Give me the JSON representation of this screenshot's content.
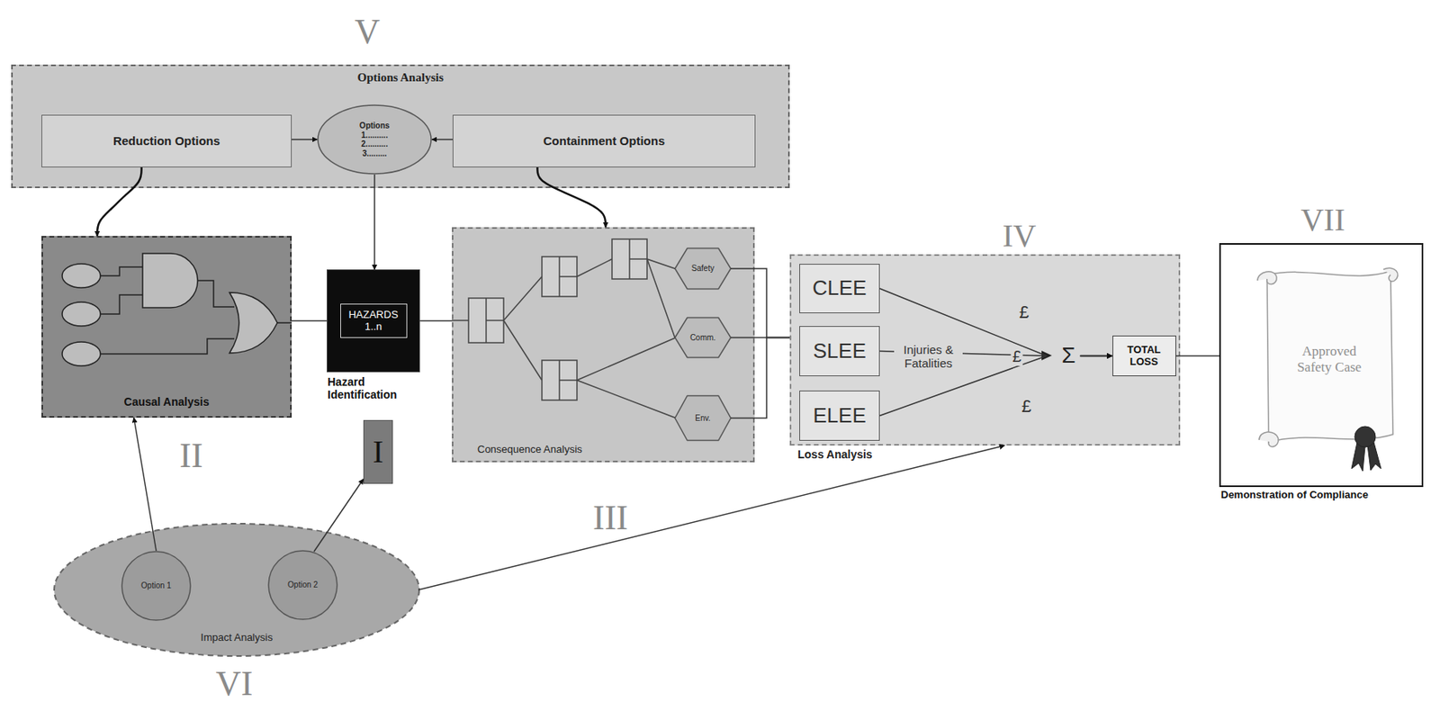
{
  "diagram": {
    "nodes": [
      {
        "text": [
          "Options Analysis"
        ]
      },
      {
        "text": [
          "Reduction Options"
        ],
        "in": 0
      },
      {
        "text": [
          "Options",
          "1..........",
          "2..........",
          "3........."
        ],
        "in": 0
      },
      {
        "text": [
          "Containment Options"
        ],
        "in": 0
      },
      {
        "text": [
          "Causal Analysis"
        ]
      },
      {
        "text": [
          "HAZARDS 1..n",
          "Hazard Identification"
        ]
      },
      {
        "text": [
          "I"
        ]
      },
      {
        "text": [
          "Consequence Analysis"
        ]
      },
      {
        "text": [
          "Safety"
        ],
        "in": 7
      },
      {
        "text": [
          "Comm."
        ],
        "in": 7
      },
      {
        "text": [
          "Env."
        ],
        "in": 7
      },
      {
        "text": [
          "Loss Analysis"
        ]
      },
      {
        "text": [
          "CLEE"
        ],
        "in": 11
      },
      {
        "text": [
          "SLEE"
        ],
        "in": 11
      },
      {
        "text": [
          "ELEE"
        ],
        "in": 11
      },
      {
        "text": [
          "TOTAL LOSS"
        ],
        "in": 11
      },
      {
        "text": [
          "Approved Safety Case",
          "Demonstration of Compliance"
        ]
      },
      {
        "text": [
          "Impact Analysis"
        ]
      },
      {
        "text": [
          "Option 1"
        ],
        "in": 17
      },
      {
        "text": [
          "Option 2"
        ],
        "in": 17
      }
    ],
    "edges": [
      {
        "from": 1,
        "to": 2,
        "arrow": "to"
      },
      {
        "from": 3,
        "to": 2,
        "arrow": "to"
      },
      {
        "from": 1,
        "to": 4,
        "arrow": "to"
      },
      {
        "from": 2,
        "to": 5,
        "arrow": "to"
      },
      {
        "from": 3,
        "to": 7,
        "arrow": "to"
      },
      {
        "from": 4,
        "to": 5,
        "arrow": "none"
      },
      {
        "from": 5,
        "to": 7,
        "arrow": "none"
      },
      {
        "from": 8,
        "to": 11,
        "arrow": "none"
      },
      {
        "from": 9,
        "to": 11,
        "arrow": "none"
      },
      {
        "from": 10,
        "to": 11,
        "arrow": "none"
      },
      {
        "from": 12,
        "to": 15,
        "arrow": "to"
      },
      {
        "from": 13,
        "to": 15,
        "arrow": "to"
      },
      {
        "from": 14,
        "to": 15,
        "arrow": "to"
      },
      {
        "from": 15,
        "to": 16,
        "arrow": "none"
      },
      {
        "from": 18,
        "to": 4,
        "arrow": "to"
      },
      {
        "from": 19,
        "to": 6,
        "arrow": "to"
      },
      {
        "from": 17,
        "to": 11,
        "arrow": "to"
      }
    ],
    "labels": [
      "V",
      "IV",
      "VII",
      "£",
      "Injuries & Fatalities",
      "£",
      "Σ",
      "£",
      "II",
      "III",
      "VI"
    ]
  }
}
